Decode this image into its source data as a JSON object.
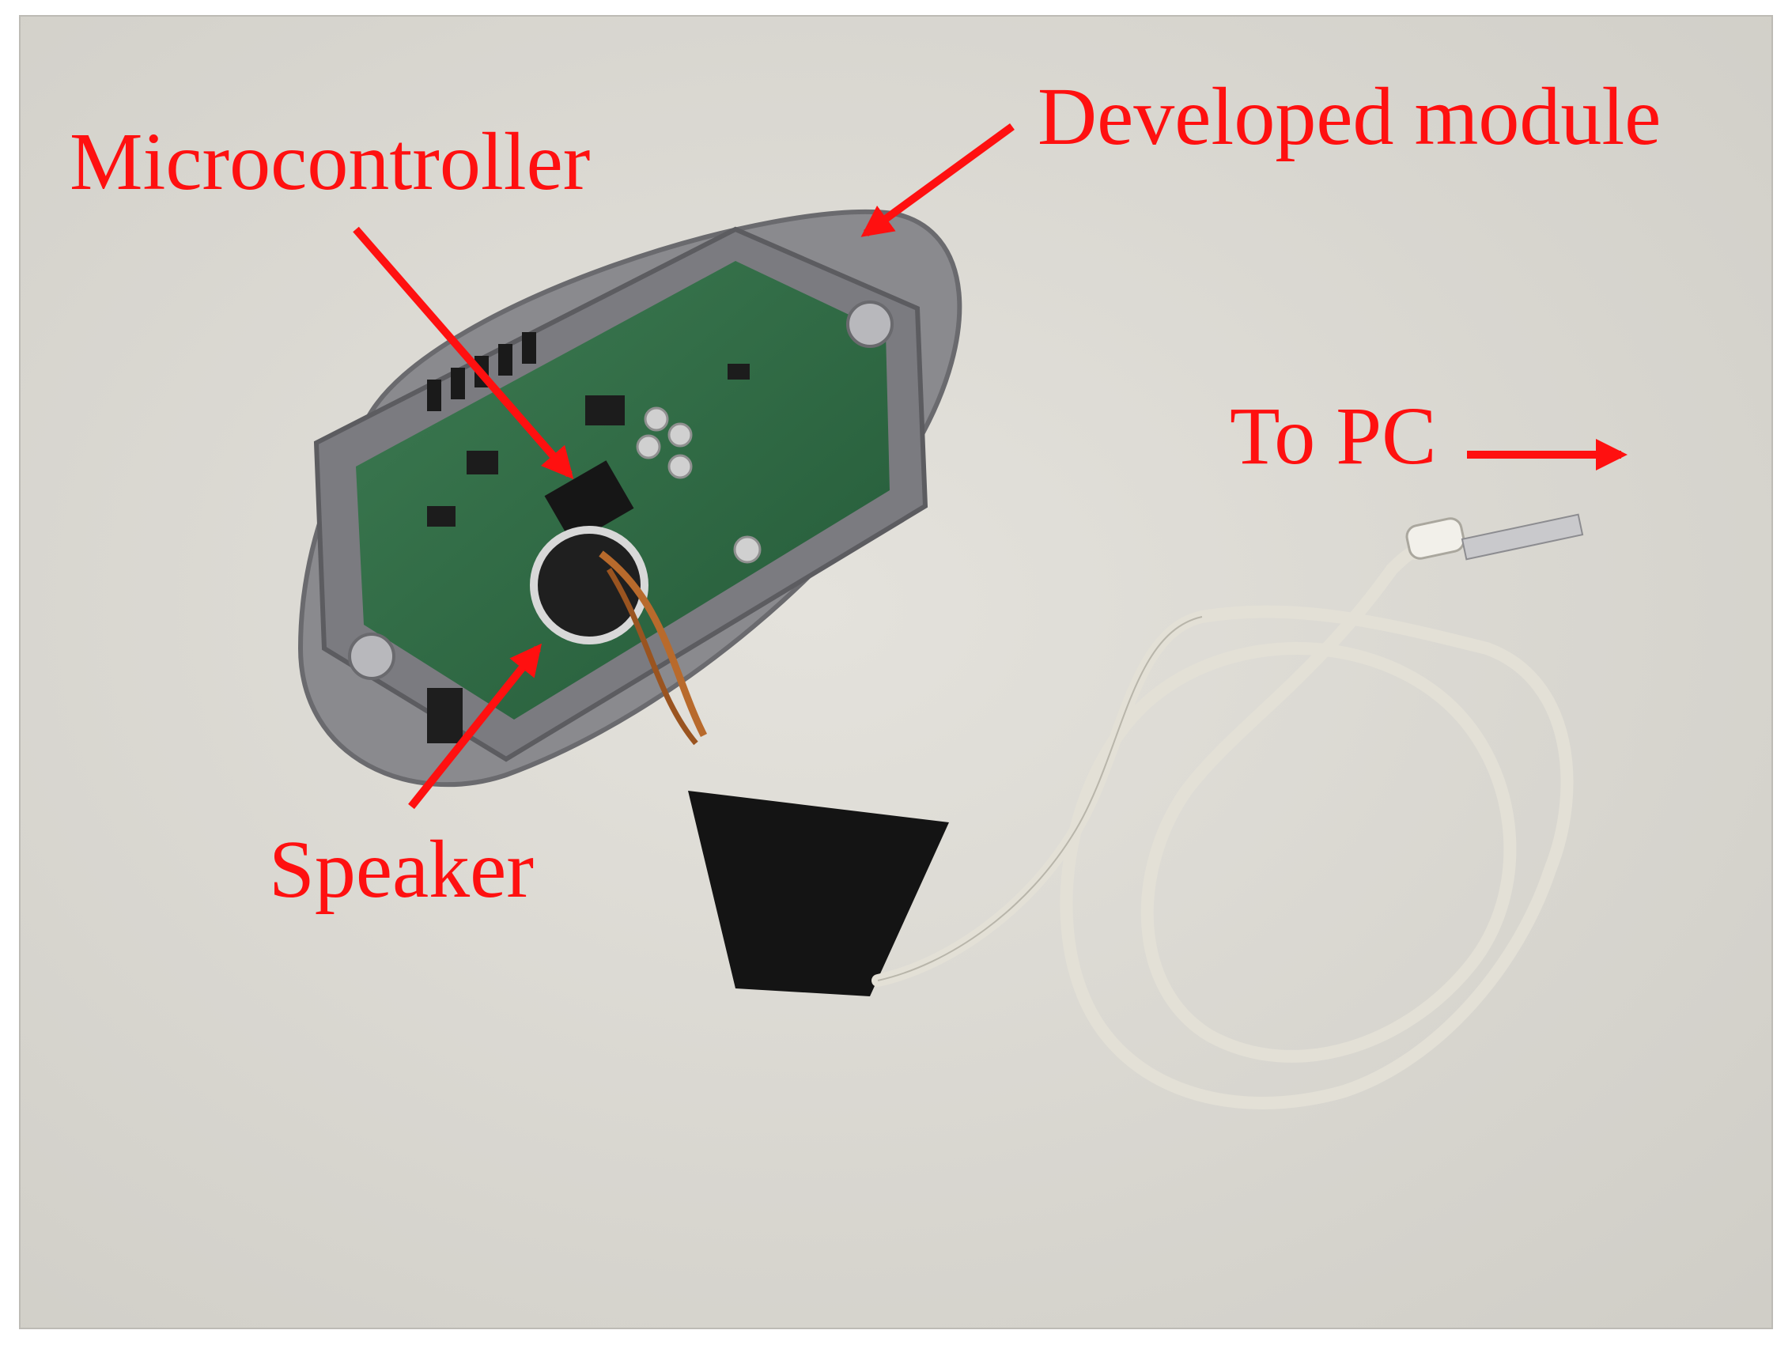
{
  "callouts": {
    "developed_module": "Developed module",
    "microcontroller": "Microcontroller",
    "to_pc": "To PC",
    "speaker": "Speaker"
  },
  "colors": {
    "annotation": "#ff1010",
    "table_surface": "#dcdad4",
    "enclosure": "#8c8c90",
    "pcb": "#2f6b45",
    "cable": "#e3e0d6",
    "tape": "#141414"
  }
}
